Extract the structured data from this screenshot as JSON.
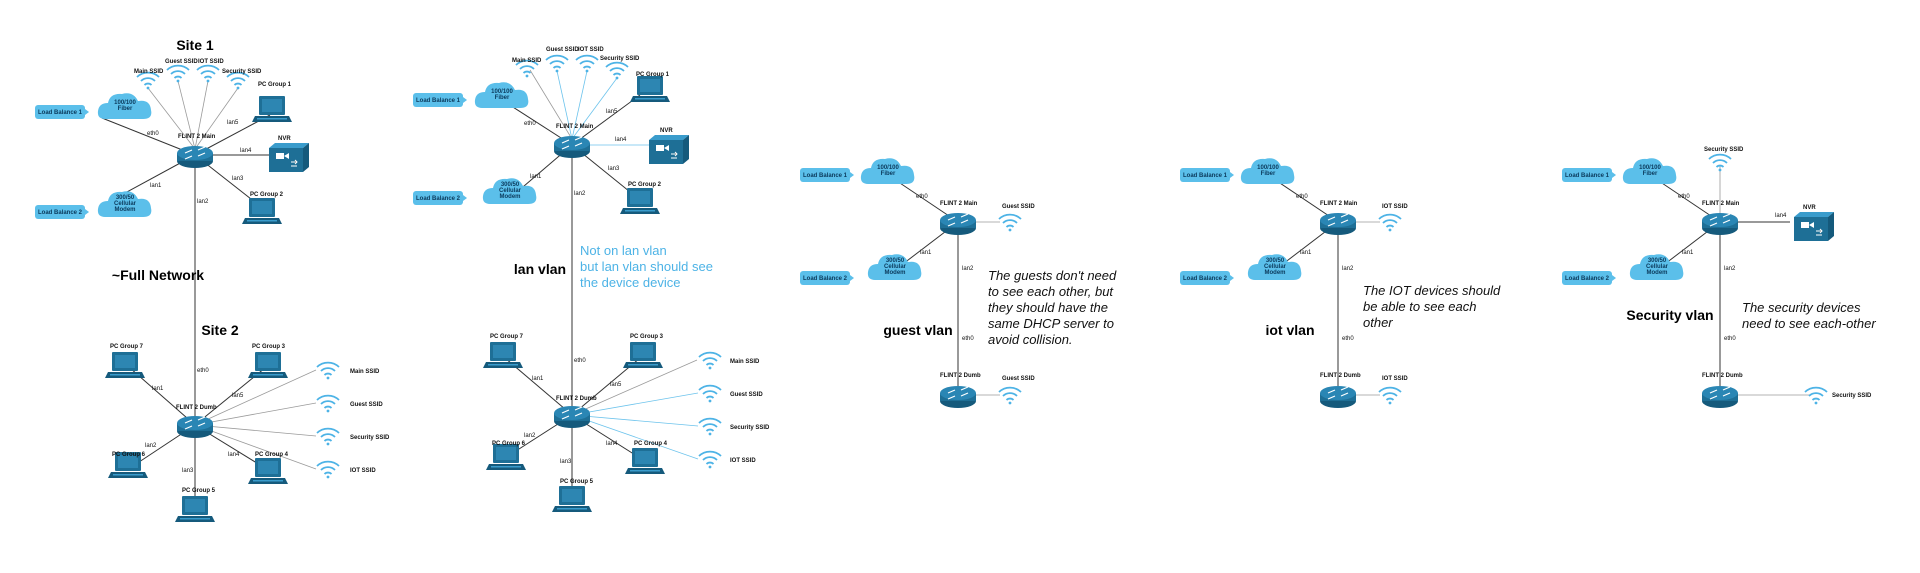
{
  "colors": {
    "accent": "#4db3e6",
    "device": "#1e6f96",
    "pill": "#5bbfea"
  },
  "common": {
    "load_balance_1": "Load Balance 1",
    "load_balance_2": "Load Balance 2",
    "fiber_1": "100/100",
    "fiber_2": "Fiber",
    "cell_1": "300/50",
    "cell_2": "Cellular",
    "cell_3": "Modem",
    "main_router": "FLINT 2 Main",
    "dumb_router": "FLINT 2 Dumb",
    "eth0": "eth0",
    "lan1": "lan1",
    "lan2": "lan2",
    "lan3": "lan3",
    "lan4": "lan4",
    "lan5": "lan5",
    "nvr": "NVR",
    "main_ssid": "Main SSID",
    "guest_ssid": "Guest SSID",
    "iot_ssid": "IOT SSID",
    "security_ssid": "Security SSID",
    "pc1": "PC Group 1",
    "pc2": "PC Group 2",
    "pc3": "PC Group 3",
    "pc4": "PC Group 4",
    "pc5": "PC Group 5",
    "pc6": "PC Group 6",
    "pc7": "PC Group 7"
  },
  "full": {
    "site1": "Site 1",
    "site2": "Site 2",
    "title": "~Full Network"
  },
  "lan": {
    "title": "lan vlan",
    "note": [
      "Not on lan vlan",
      "but lan vlan should see",
      "the device device"
    ]
  },
  "guest": {
    "title": "guest vlan",
    "note": [
      "The guests don't need",
      "to see each other, but",
      "they should have the",
      "same DHCP server to",
      "avoid collision."
    ]
  },
  "iot": {
    "title": "iot vlan",
    "note": [
      "The IOT devices should",
      "be able to see each",
      "other"
    ]
  },
  "security": {
    "title": "Security vlan",
    "note": [
      "The security devices",
      "need to see each-other"
    ]
  }
}
